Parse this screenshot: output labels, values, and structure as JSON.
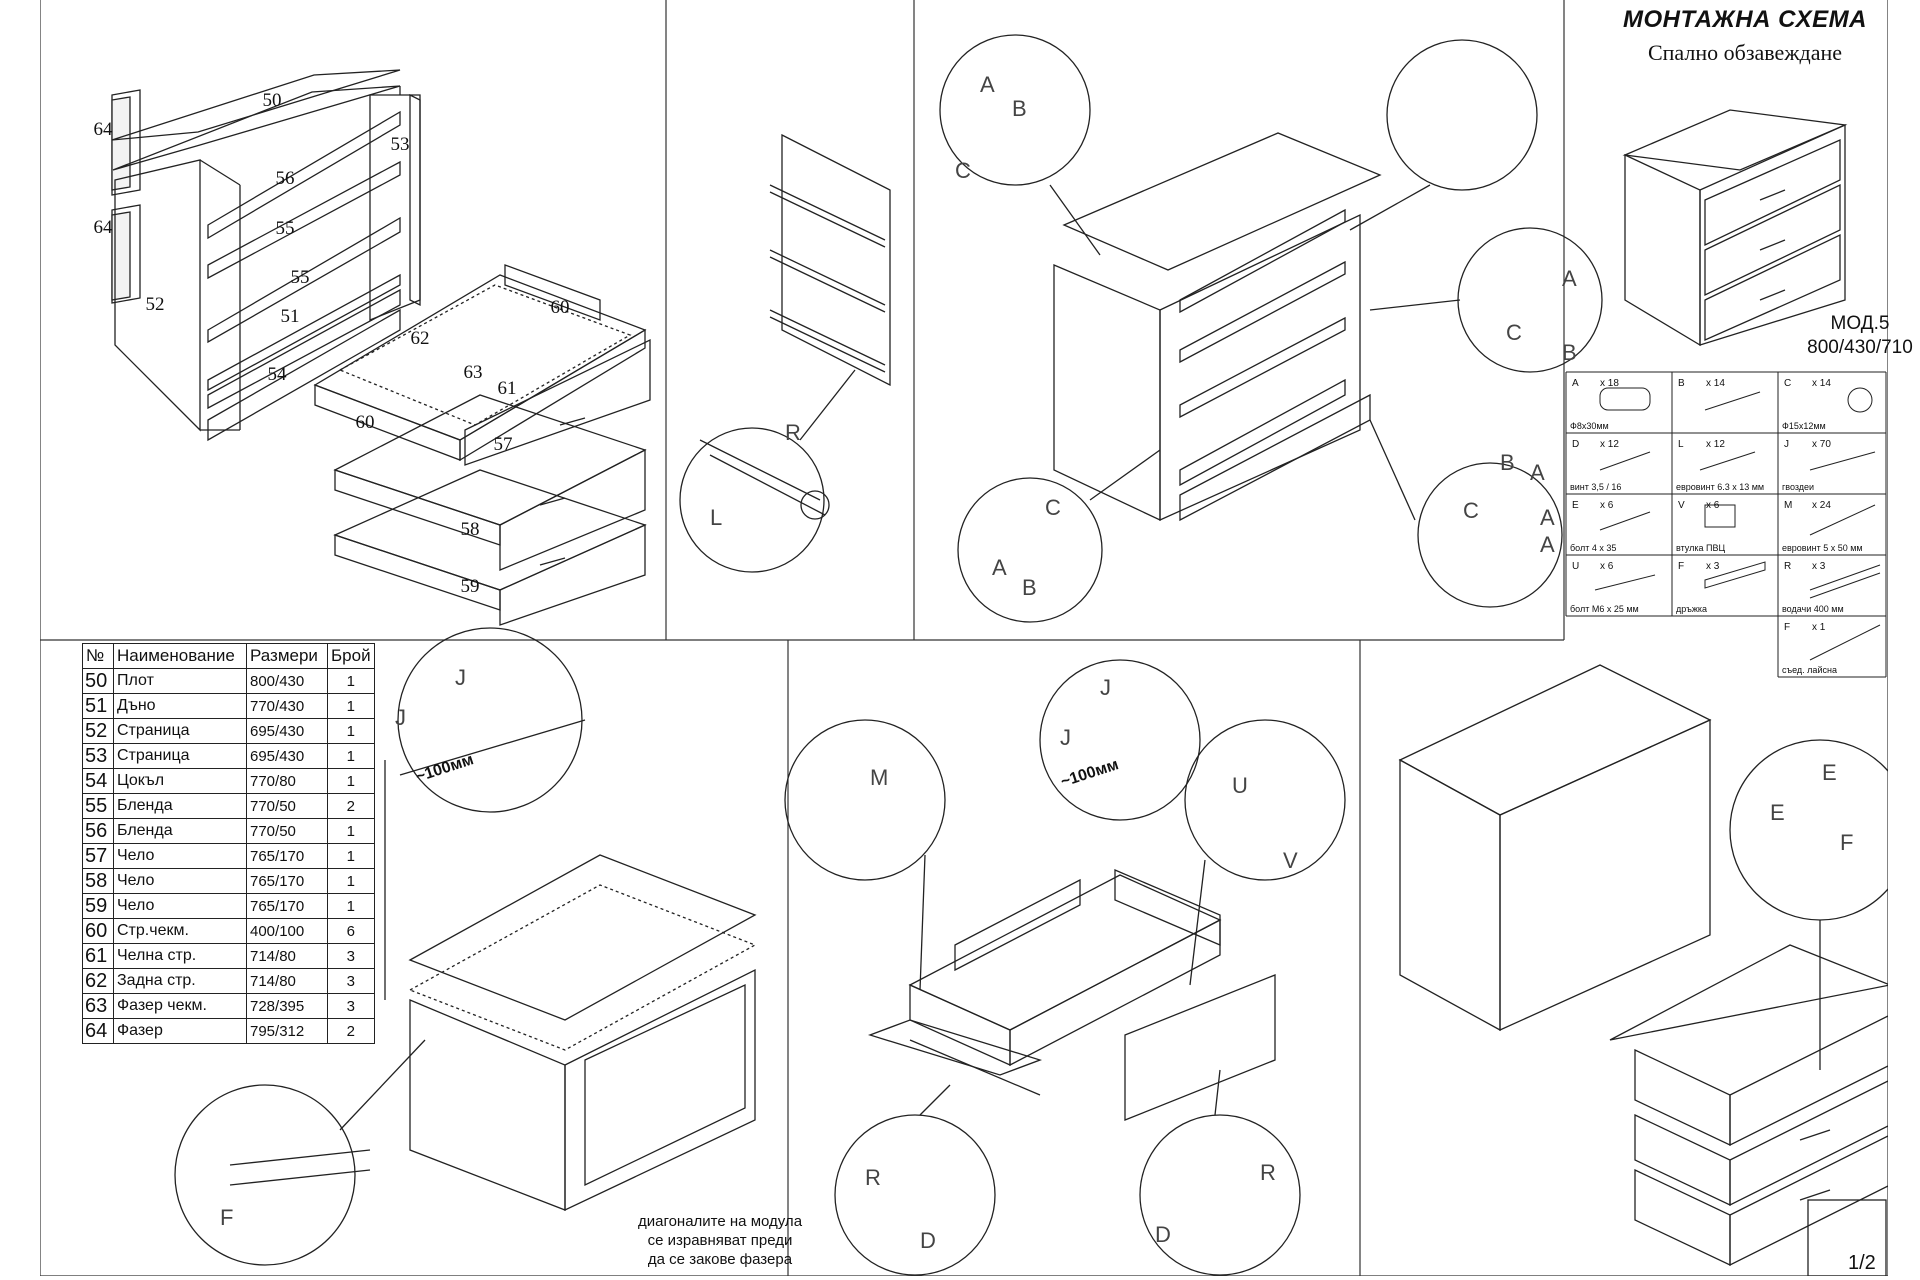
{
  "title": {
    "main": "МОНТАЖНА СХЕМА",
    "subtitle": "Спално обзавеждане"
  },
  "model": {
    "name": "МОД.5",
    "dims": "800/430/710"
  },
  "parts_table": {
    "headers": [
      "№",
      "Наименование",
      "Размери",
      "Брой"
    ],
    "rows": [
      {
        "no": "50",
        "name": "Плот",
        "size": "800/430",
        "qty": "1"
      },
      {
        "no": "51",
        "name": "Дъно",
        "size": "770/430",
        "qty": "1"
      },
      {
        "no": "52",
        "name": "Страница",
        "size": "695/430",
        "qty": "1"
      },
      {
        "no": "53",
        "name": "Страница",
        "size": "695/430",
        "qty": "1"
      },
      {
        "no": "54",
        "name": "Цокъл",
        "size": "770/80",
        "qty": "1"
      },
      {
        "no": "55",
        "name": "Бленда",
        "size": "770/50",
        "qty": "2"
      },
      {
        "no": "56",
        "name": "Бленда",
        "size": "770/50",
        "qty": "1"
      },
      {
        "no": "57",
        "name": "Чело",
        "size": "765/170",
        "qty": "1"
      },
      {
        "no": "58",
        "name": "Чело",
        "size": "765/170",
        "qty": "1"
      },
      {
        "no": "59",
        "name": "Чело",
        "size": "765/170",
        "qty": "1"
      },
      {
        "no": "60",
        "name": "Стр.чекм.",
        "size": "400/100",
        "qty": "6"
      },
      {
        "no": "61",
        "name": "Челна стр.",
        "size": "714/80",
        "qty": "3"
      },
      {
        "no": "62",
        "name": "Задна стр.",
        "size": "714/80",
        "qty": "3"
      },
      {
        "no": "63",
        "name": "Фазер чекм.",
        "size": "728/395",
        "qty": "3"
      },
      {
        "no": "64",
        "name": "Фазер",
        "size": "795/312",
        "qty": "2"
      }
    ]
  },
  "hardware": [
    {
      "code": "A",
      "qty": "x 18",
      "name": "Ф8x30мм"
    },
    {
      "code": "B",
      "qty": "x 14",
      "name": ""
    },
    {
      "code": "C",
      "qty": "x 14",
      "name": "Ф15x12мм"
    },
    {
      "code": "D",
      "qty": "x 12",
      "name": "винт 3,5 / 16"
    },
    {
      "code": "L",
      "qty": "x 12",
      "name": "евровинт 6.3 x 13 мм"
    },
    {
      "code": "J",
      "qty": "x 70",
      "name": "гвоздеи"
    },
    {
      "code": "E",
      "qty": "x 6",
      "name": "болт 4 x 35"
    },
    {
      "code": "V",
      "qty": "x 6",
      "name": "втулка ПВЦ"
    },
    {
      "code": "M",
      "qty": "x 24",
      "name": "евровинт 5 x 50 мм"
    },
    {
      "code": "U",
      "qty": "x 6",
      "name": "болт М6 x 25 мм"
    },
    {
      "code": "F",
      "qty": "x 3",
      "name": "дръжка"
    },
    {
      "code": "R",
      "qty": "x 3",
      "name": "водачи 400 мм"
    },
    {
      "code": "F",
      "qty": "x 1",
      "name": "съед. лайсна"
    }
  ],
  "exploded_numbers": [
    "50",
    "64",
    "53",
    "56",
    "64",
    "55",
    "52",
    "55",
    "51",
    "54",
    "62",
    "60",
    "63",
    "61",
    "60",
    "57",
    "58",
    "59"
  ],
  "detail_labels": {
    "top_a": "A",
    "top_b": "B",
    "top_c": "C",
    "rail_r": "R",
    "rail_l": "L",
    "right_a": "A",
    "right_c": "C",
    "right_b": "B",
    "low_a": "A",
    "low_c": "C",
    "low_b": "B",
    "rb_b": "B",
    "rb_a": "A",
    "rb_c": "C",
    "rb_a2": "A",
    "rb_a3": "A",
    "back_j1": "J",
    "back_j2": "J",
    "back_f": "F",
    "drw_m": "M",
    "drw_j1": "J",
    "drw_j2": "J",
    "drw_u": "U",
    "drw_v": "V",
    "drw_r1": "R",
    "drw_d1": "D",
    "drw_r2": "R",
    "drw_d2": "D",
    "h_e1": "E",
    "h_e2": "E",
    "h_f": "F"
  },
  "dimension_1": "~100мм",
  "dimension_2": "~100мм",
  "note": [
    "диагоналите на модула",
    "се изравняват преди",
    "да се закове фазера"
  ],
  "page": "1/2"
}
